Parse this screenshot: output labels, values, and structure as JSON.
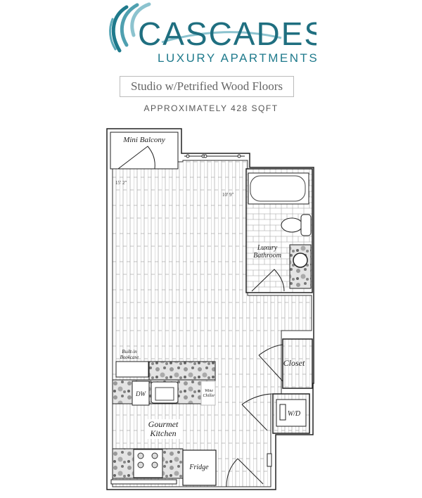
{
  "brand": {
    "name": "CASCADES",
    "tagline": "LUXURY APARTMENTS",
    "primary_color": "#1f7a8c",
    "accent_color": "#8cc3cf"
  },
  "unit": {
    "title": "Studio w/Petrified Wood Floors",
    "area": "APPROXIMATELY 428 SQFT"
  },
  "rooms": {
    "balcony": "Mini Balcony",
    "bathroom_line1": "Luxury",
    "bathroom_line2": "Bathroom",
    "closet": "Closet",
    "laundry": "W/D",
    "kitchen_line1": "Gourmet",
    "kitchen_line2": "Kitchen",
    "bookcase_line1": "Built-in",
    "bookcase_line2": "Bookcase",
    "dishwasher": "DW",
    "wine_line1": "Wine",
    "wine_line2": "Chiller",
    "fridge": "Fridge"
  },
  "dimensions": {
    "length": "15' 2\"",
    "width": "10' 9\""
  }
}
